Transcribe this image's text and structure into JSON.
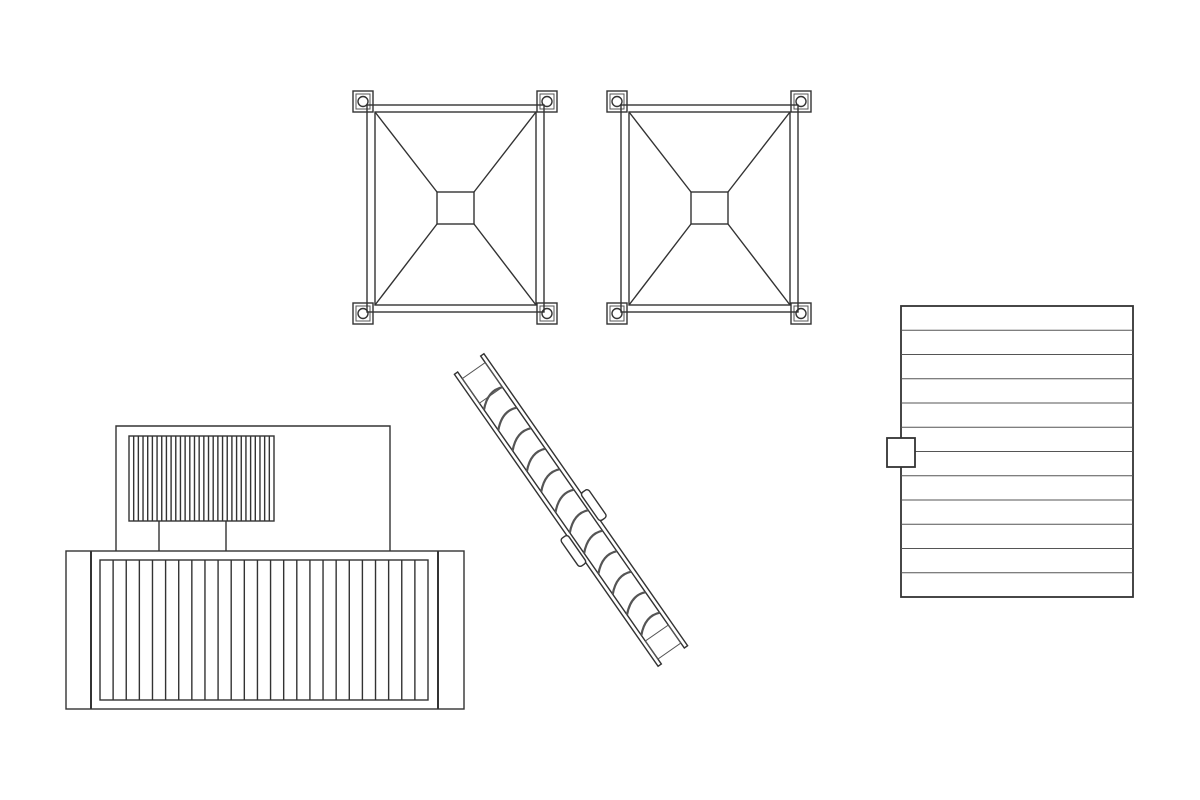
{
  "colors": {
    "stroke": "#333333",
    "background": "#ffffff"
  },
  "drawing": {
    "deck_slats": 12,
    "grille_bars": 31,
    "unit_slats": 24,
    "ladder_rungs": 12
  }
}
